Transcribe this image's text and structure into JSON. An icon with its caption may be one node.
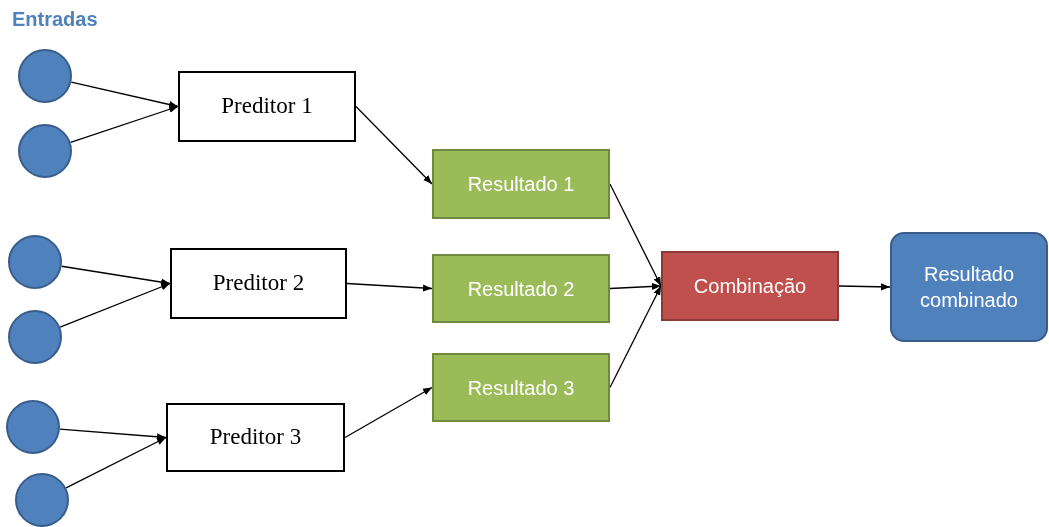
{
  "diagram": {
    "title": "Entradas",
    "nodes": [
      {
        "text": [],
        "shape": "circle"
      },
      {
        "text": [],
        "shape": "circle"
      },
      {
        "text": [],
        "shape": "circle"
      },
      {
        "text": [],
        "shape": "circle"
      },
      {
        "text": [],
        "shape": "circle"
      },
      {
        "text": [],
        "shape": "circle"
      },
      {
        "text": [
          "Preditor 1"
        ]
      },
      {
        "text": [
          "Preditor 2"
        ]
      },
      {
        "text": [
          "Preditor 3"
        ]
      },
      {
        "text": [
          "Resultado 1"
        ]
      },
      {
        "text": [
          "Resultado 2"
        ]
      },
      {
        "text": [
          "Resultado 3"
        ]
      },
      {
        "text": [
          "Combinação"
        ]
      },
      {
        "text": [
          "Resultado combinado"
        ]
      }
    ],
    "edges": [
      {
        "from": 0,
        "to": 6,
        "arrow": "to"
      },
      {
        "from": 1,
        "to": 6,
        "arrow": "to"
      },
      {
        "from": 2,
        "to": 7,
        "arrow": "to"
      },
      {
        "from": 3,
        "to": 7,
        "arrow": "to"
      },
      {
        "from": 4,
        "to": 8,
        "arrow": "to"
      },
      {
        "from": 5,
        "to": 8,
        "arrow": "to"
      },
      {
        "from": 6,
        "to": 9,
        "arrow": "to"
      },
      {
        "from": 7,
        "to": 10,
        "arrow": "to"
      },
      {
        "from": 8,
        "to": 11,
        "arrow": "to"
      },
      {
        "from": 9,
        "to": 12,
        "arrow": "to"
      },
      {
        "from": 10,
        "to": 12,
        "arrow": "to"
      },
      {
        "from": 11,
        "to": 12,
        "arrow": "to"
      },
      {
        "from": 12,
        "to": 13,
        "arrow": "to"
      }
    ]
  }
}
